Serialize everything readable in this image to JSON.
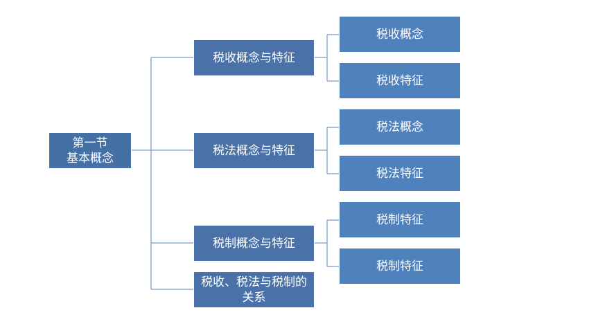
{
  "colors": {
    "root_fill": "#4470a6",
    "mid_fill": "#4a72a8",
    "leaf_fill": "#4f81bd",
    "connector": "#8eaad0",
    "text": "#ffffff"
  },
  "root": {
    "line1": "第一节",
    "line2": "基本概念"
  },
  "branches": [
    {
      "label": "税收概念与特征",
      "children": [
        "税收概念",
        "税收特征"
      ]
    },
    {
      "label": "税法概念与特征",
      "children": [
        "税法概念",
        "税法特征"
      ]
    },
    {
      "label": "税制概念与特征",
      "children": [
        "税制特征",
        "税制特征"
      ]
    },
    {
      "label_line1": "税收、税法与税制的",
      "label_line2": "关系",
      "children": []
    }
  ]
}
